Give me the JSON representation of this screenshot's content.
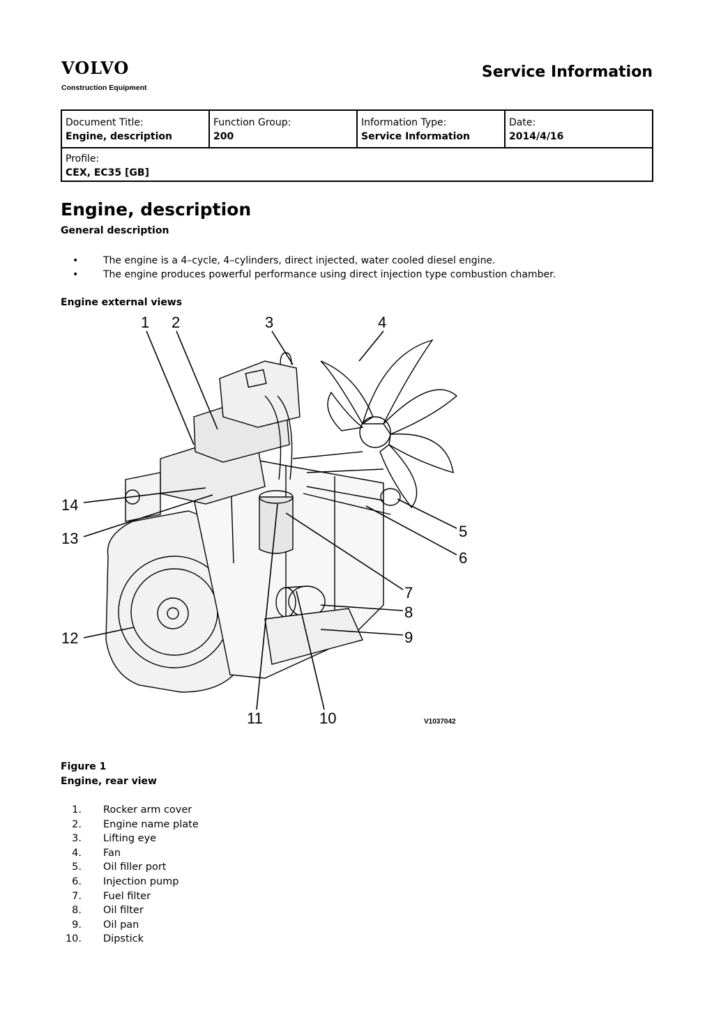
{
  "header": {
    "brand": "VOLVO",
    "brand_sub": "Construction Equipment",
    "title": "Service Information"
  },
  "meta": {
    "doc_title_label": "Document Title:",
    "doc_title_value": "Engine, description",
    "function_group_label": "Function Group:",
    "function_group_value": "200",
    "info_type_label": "Information Type:",
    "info_type_value": "Service Information",
    "date_label": "Date:",
    "date_value": "2014/4/16",
    "profile_label": "Profile:",
    "profile_value": "CEX, EC35 [GB]"
  },
  "content": {
    "heading": "Engine, description",
    "general_heading": "General description",
    "bullet_char": "•",
    "bullets": [
      "The engine is a 4–cycle, 4–cylinders, direct injected, water cooled diesel engine.",
      "The engine produces powerful performance using direct injection type combustion chamber."
    ],
    "external_views_heading": "Engine external views"
  },
  "figure": {
    "callouts": [
      "1",
      "2",
      "3",
      "4",
      "5",
      "6",
      "7",
      "8",
      "9",
      "10",
      "11",
      "12",
      "13",
      "14"
    ],
    "code": "V1037042",
    "caption_label": "Figure 1",
    "caption_title": "Engine, rear view"
  },
  "parts": [
    {
      "num": "1.",
      "name": "Rocker arm cover"
    },
    {
      "num": "2.",
      "name": "Engine name plate"
    },
    {
      "num": "3.",
      "name": "Lifting eye"
    },
    {
      "num": "4.",
      "name": "Fan"
    },
    {
      "num": "5.",
      "name": "Oil filler port"
    },
    {
      "num": "6.",
      "name": "Injection pump"
    },
    {
      "num": "7.",
      "name": "Fuel filter"
    },
    {
      "num": "8.",
      "name": "Oil filter"
    },
    {
      "num": "9.",
      "name": "Oil pan"
    },
    {
      "num": "10.",
      "name": "Dipstick"
    }
  ]
}
